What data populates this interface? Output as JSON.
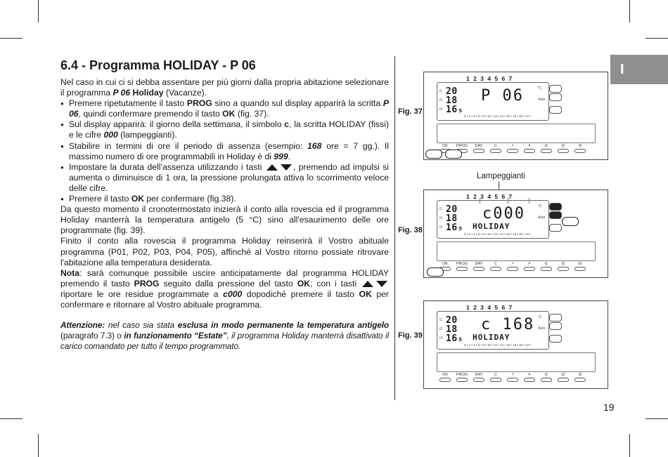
{
  "tab_letter": "I",
  "page_number": "19",
  "title": "6.4 - Programma HOLIDAY - P 06",
  "intro": {
    "t1": "Nel caso in cui ci si debba assentare per più giorni dalla propria abitazione selezionare il programma ",
    "b1": "P 06",
    "b2": "Holiday",
    "t2": " (Vacanze)."
  },
  "bullets": {
    "b1": {
      "t1": "Premere ripetutamente il tasto ",
      "k1": "PROG",
      "t2": " sino a quando sul display apparirà la scritta ",
      "k2": "P 06",
      "t3": ", quindi confermare premendo il tasto ",
      "k3": "OK",
      "t4": " (fig. 37)."
    },
    "b2": {
      "t1": "Sul display apparirà: il giorno della settimana, il simbolo ",
      "k1": "c",
      "t2": ", la scritta HOLIDAY (fissi) e le cifre ",
      "k2": "000",
      "t3": " (lampeggianti)."
    },
    "b3": {
      "t1": "Stabilire in termini di ore il periodo di assenza (esempio: ",
      "k1": "168",
      "t2": " ore = 7 gg.). Il massimo numero di ore programmabili in Holiday è di ",
      "k2": "999",
      "t3": "."
    },
    "b4": {
      "t1": "Impostare la durata dell’assenza utilizzando i tasti ",
      "t2": ", premendo ad impulsi si aumenta o diminuisce di 1 ora, la pressione prolungata attiva lo scorrimento veloce delle cifre."
    },
    "b5": {
      "t1": "Premere il tasto ",
      "k1": "OK",
      "t2": " per confermare (fig.38)."
    }
  },
  "para1": "Da questo momento il cronotermostato inizierà il conto alla rovescia ed il programma Holiday manterrà la temperatura antigelo (5 °C) sino all'esaurimento delle ore programmate (fig. 39).",
  "para2": "Finito il conto alla rovescia il programma Holiday reinserirà il Vostro abituale programma (P01, P02, P03, P04, P05), affinché al Vostro ritorno possiate ritrovare l'abitazione alla temperatura desiderata.",
  "para3": {
    "k1": "Nota",
    "t1": ": sarà comunque possibile uscire anticipatamente dal programma HOLIDAY premendo il tasto ",
    "k2": "PROG",
    "t2": " seguito dalla pressione del tasto ",
    "k3": "OK",
    "t3": "; con i tasti ",
    "t4": " riportare le ore residue programmate a ",
    "k4": "c000",
    "t5": " dopodiché premere il tasto ",
    "k5": "OK",
    "t6": " per confermare e ritornare al Vostro abituale programma."
  },
  "note": {
    "k1": "Attenzione:",
    "t1": " nel caso sia stata ",
    "k2": "esclusa in modo permanente la temperatura antigelo",
    "t2": " (paragrafo 7.3) o ",
    "k3": "in funzionamento “Estate”",
    "t3": ", il programma Holiday manterrà disattivato il carico comandato per tutto il tempo programmato."
  },
  "callout": "Lampeggianti",
  "device_common": {
    "days": "1 2 3 4 5 6 7",
    "t1": "t1",
    "t2": "t2",
    "t3": "t3",
    "temp1": "20",
    "temp2": "18",
    "temp3": "16₅",
    "scale": "0 • 2 • 4 • 6 • 8 • 10 • 12 • 14 • 16 • 18 • 20 • 22 •",
    "unit_c": "°C",
    "auto": "Auto",
    "keys": [
      "OK",
      "PROG",
      "DAY",
      "C",
      "",
      "",
      "t1",
      "t2",
      "t3",
      ""
    ]
  },
  "figures": [
    {
      "label": "Fig. 37",
      "main": "P 06",
      "scroll": ""
    },
    {
      "label": "Fig. 38",
      "main": "c000",
      "scroll": "HOLIDAY"
    },
    {
      "label": "Fig. 39",
      "main": "c 168",
      "scroll": "HOLIDAY"
    }
  ]
}
